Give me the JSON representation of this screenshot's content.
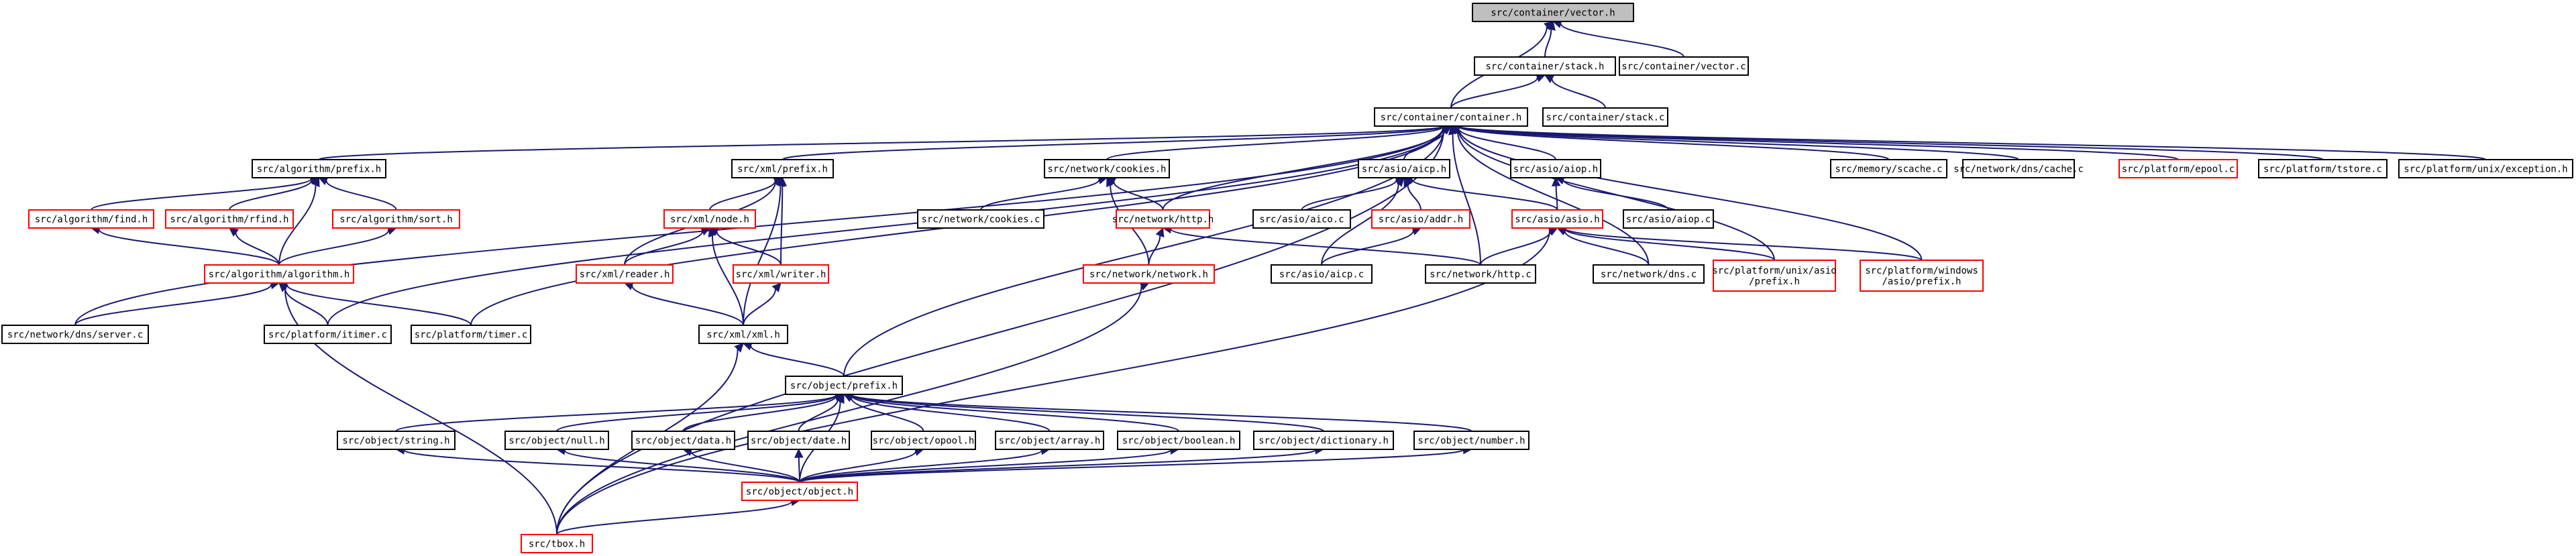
{
  "graph": {
    "edge_color": "#191970",
    "red_border_color": "#ff0000",
    "root_fill": "#bfbfbf",
    "nodes": [
      {
        "id": "vector_h",
        "label": "src/container/vector.h",
        "style": "root"
      },
      {
        "id": "stack_h",
        "label": "src/container/stack.h",
        "style": "normal"
      },
      {
        "id": "vector_c",
        "label": "src/container/vector.c",
        "style": "normal"
      },
      {
        "id": "container_h",
        "label": "src/container/container.h",
        "style": "normal"
      },
      {
        "id": "stack_c",
        "label": "src/container/stack.c",
        "style": "normal"
      },
      {
        "id": "alg_prefix",
        "label": "src/algorithm/prefix.h",
        "style": "normal"
      },
      {
        "id": "xml_prefix",
        "label": "src/xml/prefix.h",
        "style": "normal"
      },
      {
        "id": "net_cookies_h",
        "label": "src/network/cookies.h",
        "style": "normal"
      },
      {
        "id": "asio_aicp_h",
        "label": "src/asio/aicp.h",
        "style": "normal"
      },
      {
        "id": "asio_aiop_h",
        "label": "src/asio/aiop.h",
        "style": "normal"
      },
      {
        "id": "mem_scache",
        "label": "src/memory/scache.c",
        "style": "normal"
      },
      {
        "id": "dns_cache",
        "label": "src/network/dns/cache.c",
        "style": "normal"
      },
      {
        "id": "epool",
        "label": "src/platform/epool.c",
        "style": "red"
      },
      {
        "id": "tstore",
        "label": "src/platform/tstore.c",
        "style": "normal"
      },
      {
        "id": "exception",
        "label": "src/platform/unix/exception.h",
        "style": "normal"
      },
      {
        "id": "alg_find",
        "label": "src/algorithm/find.h",
        "style": "red"
      },
      {
        "id": "alg_rfind",
        "label": "src/algorithm/rfind.h",
        "style": "red"
      },
      {
        "id": "alg_sort",
        "label": "src/algorithm/sort.h",
        "style": "red"
      },
      {
        "id": "xml_node",
        "label": "src/xml/node.h",
        "style": "red"
      },
      {
        "id": "net_cookies_c",
        "label": "src/network/cookies.c",
        "style": "normal"
      },
      {
        "id": "net_http_h",
        "label": "src/network/http.h",
        "style": "red"
      },
      {
        "id": "aico_c",
        "label": "src/asio/aico.c",
        "style": "normal"
      },
      {
        "id": "addr_h",
        "label": "src/asio/addr.h",
        "style": "red"
      },
      {
        "id": "asio_h",
        "label": "src/asio/asio.h",
        "style": "red"
      },
      {
        "id": "aiop_c",
        "label": "src/asio/aiop.c",
        "style": "normal"
      },
      {
        "id": "alg_algorithm",
        "label": "src/algorithm/algorithm.h",
        "style": "red"
      },
      {
        "id": "xml_reader",
        "label": "src/xml/reader.h",
        "style": "red"
      },
      {
        "id": "xml_writer",
        "label": "src/xml/writer.h",
        "style": "red"
      },
      {
        "id": "net_network",
        "label": "src/network/network.h",
        "style": "red"
      },
      {
        "id": "aicp_c",
        "label": "src/asio/aicp.c",
        "style": "normal"
      },
      {
        "id": "http_c",
        "label": "src/network/http.c",
        "style": "normal"
      },
      {
        "id": "dns_c",
        "label": "src/network/dns.c",
        "style": "normal"
      },
      {
        "id": "unix_asio",
        "label": "src/platform/unix/asio\n/prefix.h",
        "style": "red"
      },
      {
        "id": "win_asio",
        "label": "src/platform/windows\n/asio/prefix.h",
        "style": "red"
      },
      {
        "id": "dns_server",
        "label": "src/network/dns/server.c",
        "style": "normal"
      },
      {
        "id": "itimer",
        "label": "src/platform/itimer.c",
        "style": "normal"
      },
      {
        "id": "timer",
        "label": "src/platform/timer.c",
        "style": "normal"
      },
      {
        "id": "xml_xml",
        "label": "src/xml/xml.h",
        "style": "normal"
      },
      {
        "id": "obj_prefix",
        "label": "src/object/prefix.h",
        "style": "normal"
      },
      {
        "id": "obj_string",
        "label": "src/object/string.h",
        "style": "normal"
      },
      {
        "id": "obj_null",
        "label": "src/object/null.h",
        "style": "normal"
      },
      {
        "id": "obj_data",
        "label": "src/object/data.h",
        "style": "normal"
      },
      {
        "id": "obj_date",
        "label": "src/object/date.h",
        "style": "normal"
      },
      {
        "id": "obj_opool",
        "label": "src/object/opool.h",
        "style": "normal"
      },
      {
        "id": "obj_array",
        "label": "src/object/array.h",
        "style": "normal"
      },
      {
        "id": "obj_boolean",
        "label": "src/object/boolean.h",
        "style": "normal"
      },
      {
        "id": "obj_dictionary",
        "label": "src/object/dictionary.h",
        "style": "normal"
      },
      {
        "id": "obj_number",
        "label": "src/object/number.h",
        "style": "normal"
      },
      {
        "id": "obj_object",
        "label": "src/object/object.h",
        "style": "red"
      },
      {
        "id": "tbox",
        "label": "src/tbox.h",
        "style": "red"
      }
    ],
    "edges": [
      [
        "vector_h",
        "stack_h"
      ],
      [
        "vector_h",
        "vector_c"
      ],
      [
        "vector_h",
        "container_h"
      ],
      [
        "stack_h",
        "container_h"
      ],
      [
        "stack_h",
        "stack_c"
      ],
      [
        "container_h",
        "alg_prefix"
      ],
      [
        "container_h",
        "xml_prefix"
      ],
      [
        "container_h",
        "net_cookies_h"
      ],
      [
        "container_h",
        "asio_aicp_h"
      ],
      [
        "container_h",
        "asio_aiop_h"
      ],
      [
        "container_h",
        "mem_scache"
      ],
      [
        "container_h",
        "dns_cache"
      ],
      [
        "container_h",
        "epool"
      ],
      [
        "container_h",
        "tstore"
      ],
      [
        "container_h",
        "exception"
      ],
      [
        "container_h",
        "net_http_h"
      ],
      [
        "container_h",
        "http_c"
      ],
      [
        "container_h",
        "dns_c"
      ],
      [
        "container_h",
        "unix_asio"
      ],
      [
        "container_h",
        "win_asio"
      ],
      [
        "container_h",
        "dns_server"
      ],
      [
        "container_h",
        "itimer"
      ],
      [
        "container_h",
        "timer"
      ],
      [
        "container_h",
        "obj_prefix"
      ],
      [
        "container_h",
        "tbox"
      ],
      [
        "alg_prefix",
        "alg_find"
      ],
      [
        "alg_prefix",
        "alg_rfind"
      ],
      [
        "alg_prefix",
        "alg_sort"
      ],
      [
        "alg_prefix",
        "alg_algorithm"
      ],
      [
        "alg_find",
        "alg_algorithm"
      ],
      [
        "alg_rfind",
        "alg_algorithm"
      ],
      [
        "alg_sort",
        "alg_algorithm"
      ],
      [
        "alg_algorithm",
        "dns_server"
      ],
      [
        "alg_algorithm",
        "itimer"
      ],
      [
        "alg_algorithm",
        "timer"
      ],
      [
        "alg_algorithm",
        "tbox"
      ],
      [
        "xml_prefix",
        "xml_node"
      ],
      [
        "xml_prefix",
        "xml_reader"
      ],
      [
        "xml_prefix",
        "xml_writer"
      ],
      [
        "xml_prefix",
        "xml_xml"
      ],
      [
        "xml_node",
        "xml_reader"
      ],
      [
        "xml_node",
        "xml_writer"
      ],
      [
        "xml_node",
        "xml_xml"
      ],
      [
        "xml_reader",
        "xml_xml"
      ],
      [
        "xml_writer",
        "xml_xml"
      ],
      [
        "xml_xml",
        "obj_prefix"
      ],
      [
        "xml_xml",
        "tbox"
      ],
      [
        "net_cookies_h",
        "net_cookies_c"
      ],
      [
        "net_cookies_h",
        "net_http_h"
      ],
      [
        "net_cookies_h",
        "net_network"
      ],
      [
        "net_http_h",
        "net_network"
      ],
      [
        "net_http_h",
        "http_c"
      ],
      [
        "net_network",
        "tbox"
      ],
      [
        "asio_aicp_h",
        "aico_c"
      ],
      [
        "asio_aicp_h",
        "addr_h"
      ],
      [
        "asio_aicp_h",
        "asio_h"
      ],
      [
        "asio_aicp_h",
        "aicp_c"
      ],
      [
        "addr_h",
        "aicp_c"
      ],
      [
        "asio_aiop_h",
        "asio_h"
      ],
      [
        "asio_aiop_h",
        "aiop_c"
      ],
      [
        "asio_h",
        "http_c"
      ],
      [
        "asio_h",
        "dns_c"
      ],
      [
        "asio_h",
        "unix_asio"
      ],
      [
        "asio_h",
        "win_asio"
      ],
      [
        "asio_h",
        "tbox"
      ],
      [
        "obj_prefix",
        "obj_string"
      ],
      [
        "obj_prefix",
        "obj_null"
      ],
      [
        "obj_prefix",
        "obj_data"
      ],
      [
        "obj_prefix",
        "obj_date"
      ],
      [
        "obj_prefix",
        "obj_opool"
      ],
      [
        "obj_prefix",
        "obj_array"
      ],
      [
        "obj_prefix",
        "obj_boolean"
      ],
      [
        "obj_prefix",
        "obj_dictionary"
      ],
      [
        "obj_prefix",
        "obj_number"
      ],
      [
        "obj_prefix",
        "obj_object"
      ],
      [
        "obj_string",
        "obj_object"
      ],
      [
        "obj_null",
        "obj_object"
      ],
      [
        "obj_data",
        "obj_object"
      ],
      [
        "obj_date",
        "obj_object"
      ],
      [
        "obj_opool",
        "obj_object"
      ],
      [
        "obj_array",
        "obj_object"
      ],
      [
        "obj_boolean",
        "obj_object"
      ],
      [
        "obj_dictionary",
        "obj_object"
      ],
      [
        "obj_number",
        "obj_object"
      ],
      [
        "obj_object",
        "tbox"
      ]
    ]
  }
}
